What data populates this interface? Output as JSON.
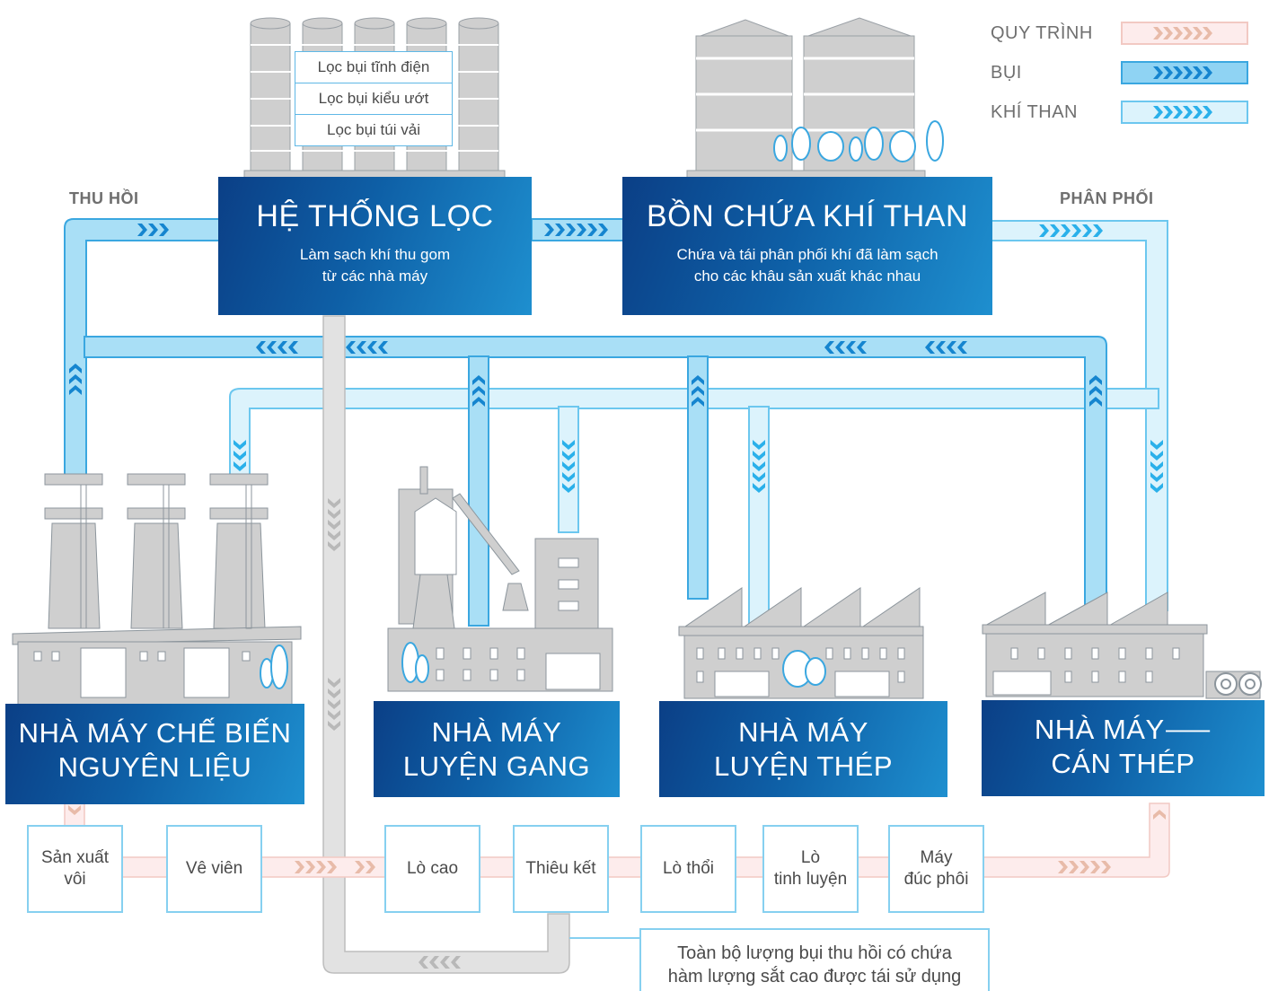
{
  "legend": [
    {
      "label": "QUY TRÌNH",
      "fill": "#fdecec",
      "stroke": "#f2c9c3",
      "chevron": "#e8bba9"
    },
    {
      "label": "BỤI",
      "fill": "#8fd3f3",
      "stroke": "#3aa7e0",
      "chevron": "#1585cf"
    },
    {
      "label": "KHÍ THAN",
      "fill": "#dcf3fc",
      "stroke": "#6cc7ef",
      "chevron": "#2ab0ea"
    }
  ],
  "flow_labels": {
    "thu_hoi": "THU HỒI",
    "phan_phoi": "PHÂN PHỐI"
  },
  "filter_system": {
    "title": "HỆ THỐNG LỌC",
    "subtitle_line1": "Làm sạch khí thu gom",
    "subtitle_line2": "từ các nhà máy",
    "filters": [
      "Lọc bụi tĩnh điện",
      "Lọc bụi kiểu ướt",
      "Lọc bụi túi vải"
    ]
  },
  "gas_tank": {
    "title": "BỒN CHỨA KHÍ THAN",
    "subtitle_line1": "Chứa và tái phân phối khí đã làm sạch",
    "subtitle_line2": "cho các khâu sản xuất khác nhau"
  },
  "plants": [
    {
      "line1": "NHÀ MÁY CHẾ BIẾN",
      "line2": "NGUYÊN LIỆU"
    },
    {
      "line1": "NHÀ MÁY",
      "line2": "LUYỆN GANG"
    },
    {
      "line1": "NHÀ MÁY",
      "line2": "LUYỆN THÉP"
    },
    {
      "line1": "NHÀ MÁY⸺",
      "line2": "CÁN THÉP"
    }
  ],
  "process_steps": [
    {
      "line1": "Sản xuất",
      "line2": "vôi"
    },
    {
      "line1": "Vê viên",
      "line2": ""
    },
    {
      "line1": "Lò cao",
      "line2": ""
    },
    {
      "line1": "Thiêu kết",
      "line2": ""
    },
    {
      "line1": "Lò thổi",
      "line2": ""
    },
    {
      "line1": "Lò",
      "line2": "tinh luyện"
    },
    {
      "line1": "Máy",
      "line2": "đúc phôi"
    }
  ],
  "note": {
    "line1": "Toàn bộ lượng bụi thu hồi có chứa",
    "line2": "hàm lượng sắt cao được tái sử dụng"
  },
  "colors": {
    "box_dark": "#0b3f86",
    "box_light": "#1e8fcf",
    "dust_pipe": "#a9dff6",
    "gas_pipe": "#dcf3fc",
    "recycle_pipe": "#e2e2e2",
    "building": "#cfcfcf"
  }
}
